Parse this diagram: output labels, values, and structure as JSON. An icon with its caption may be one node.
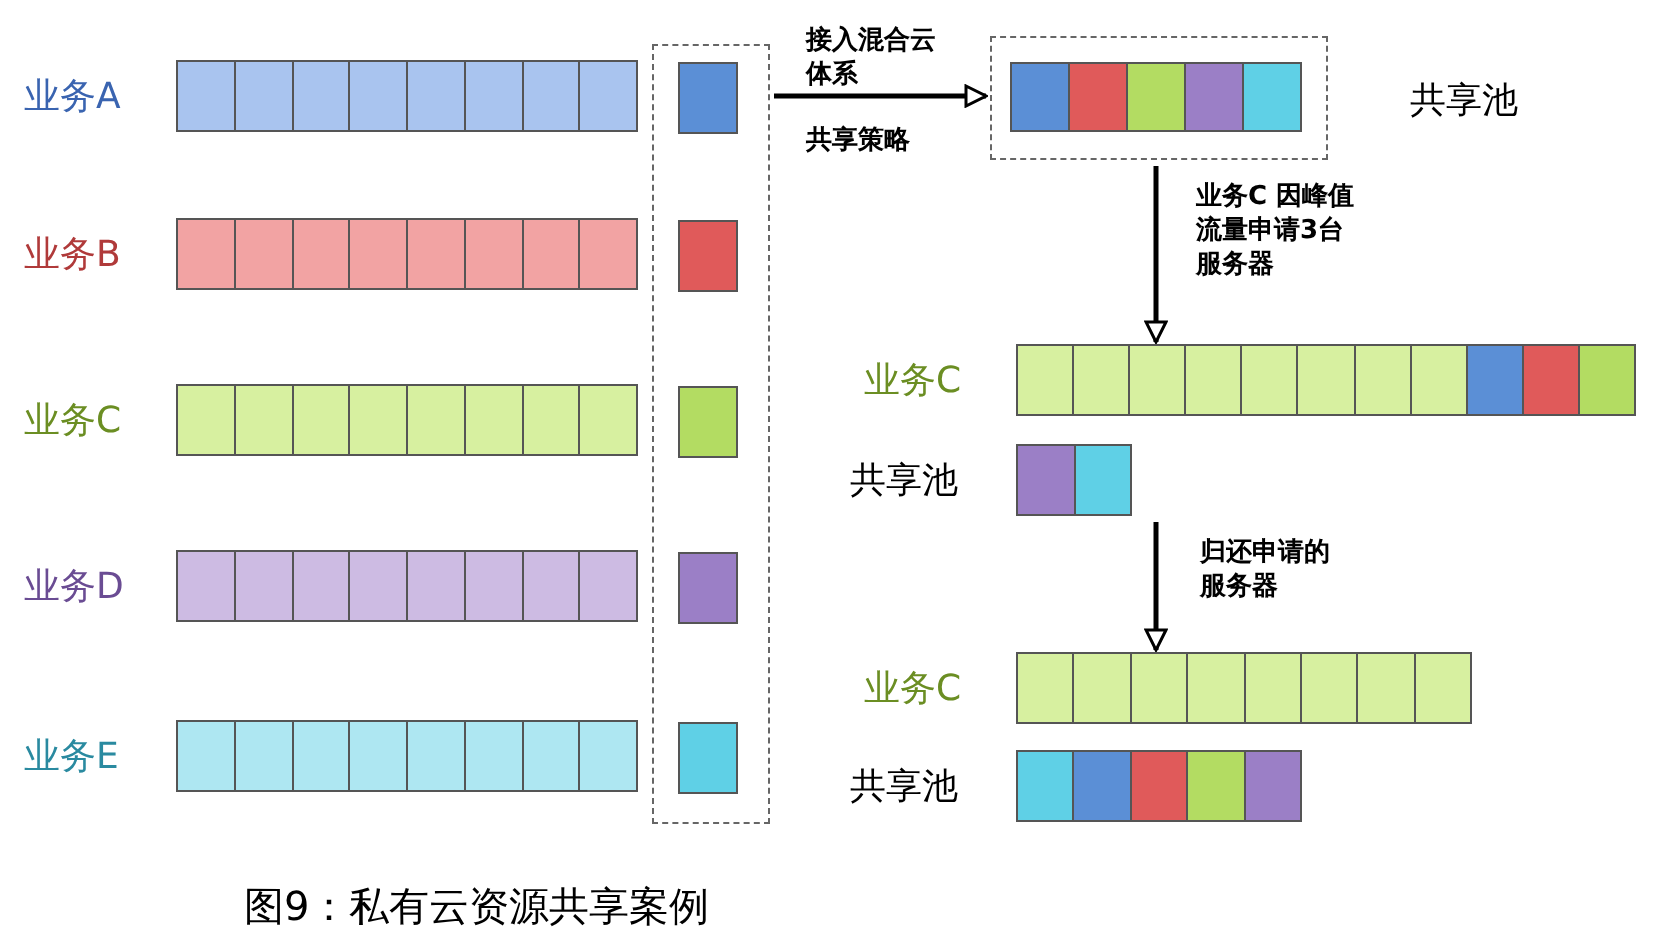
{
  "diagram": {
    "caption": "图9：私有云资源共享案例",
    "nodes": [
      {
        "text": [],
        "shape": "bar",
        "beside": [
          "业务A"
        ]
      },
      {
        "text": [],
        "shape": "bar",
        "beside": [
          "业务B"
        ]
      },
      {
        "text": [],
        "shape": "bar",
        "beside": [
          "业务C"
        ]
      },
      {
        "text": [],
        "shape": "bar",
        "beside": [
          "业务D"
        ]
      },
      {
        "text": [],
        "shape": "bar",
        "beside": [
          "业务E"
        ]
      },
      {
        "text": [],
        "shape": "box"
      },
      {
        "text": [],
        "shape": "box",
        "in": 5
      },
      {
        "text": [],
        "shape": "box",
        "in": 5
      },
      {
        "text": [],
        "shape": "box",
        "in": 5
      },
      {
        "text": [],
        "shape": "box",
        "in": 5
      },
      {
        "text": [],
        "shape": "box",
        "in": 5
      },
      {
        "text": [],
        "shape": "box",
        "beside": [
          "共享池"
        ]
      },
      {
        "text": [],
        "shape": "bar",
        "beside": [
          "业务C"
        ]
      },
      {
        "text": [],
        "shape": "bar",
        "beside": [
          "共享池"
        ]
      },
      {
        "text": [],
        "shape": "bar",
        "beside": [
          "业务C"
        ]
      },
      {
        "text": [],
        "shape": "bar",
        "beside": [
          "共享池"
        ]
      }
    ],
    "edges": [
      {
        "from": 5,
        "to": 11,
        "arrow": "to",
        "label": "接入混合云体系"
      },
      {
        "from": 11,
        "to": 12,
        "arrow": "to",
        "label": "业务C 因峰值流量申请3台服务器"
      },
      {
        "from": 13,
        "to": 14,
        "arrow": "to",
        "label": "归还申请的服务器"
      }
    ],
    "labels": [
      "共享策略"
    ]
  }
}
